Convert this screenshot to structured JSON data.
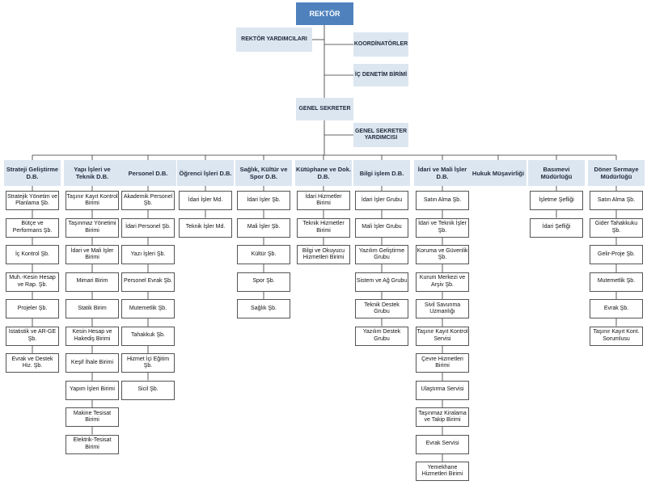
{
  "root": "REKTÖR",
  "rector_level": {
    "vice_rectors": "REKTÖR YARDIMCILARI",
    "coordinators": "KOORDİNATÖRLER",
    "internal_audit": "İÇ DENETİM BİRİMİ"
  },
  "general_secretary": "GENEL SEKRETER",
  "deputy_general_secretary": "GENEL SEKRETER YARDIMCISI",
  "departments": [
    {
      "title": "Strateji Geliştirme D.B.",
      "units": [
        "Stratejik Yönetim ve Planlama Şb.",
        "Bütçe ve Performans Şb.",
        "İç Kontrol Şb.",
        "Muh.-Kesin Hesap ve Rap. Şb.",
        "Projeler Şb.",
        "İstatistik ve AR-GE Şb.",
        "Evrak ve Destek Hiz. Şb."
      ]
    },
    {
      "title": "Yapı İşleri ve Teknik D.B.",
      "units": [
        "Taşınır Kayıt Kontrol Birimi",
        "Taşınmaz Yönetimi Birimi",
        "İdari ve Mali İşler Birimi",
        "Mimari Birim",
        "Statik Birim",
        "Kesin Hesap ve Hakediş Birimi",
        "Keşif İhale Birimi",
        "Yapım İşleri Birimi",
        "Makine Tesisat Birimi",
        "Elektrik-Tesisat Birimi"
      ]
    },
    {
      "title": "Personel D.B.",
      "units": [
        "Akademik Personel Şb.",
        "İdari Personel Şb.",
        "Yazı İşleri Şb.",
        "Personel Evrak Şb.",
        "Mutemetlik Şb.",
        "Tahakkuk Şb.",
        "Hizmet İçi Eğitim Şb.",
        "Sicil Şb."
      ]
    },
    {
      "title": "Öğrenci İşleri D.B.",
      "units": [
        "İdari İşler Md.",
        "Teknik İşler Md."
      ]
    },
    {
      "title": "Sağlık, Kültür ve Spor D.B.",
      "units": [
        "İdari İşler Şb.",
        "Mali İşler Şb.",
        "Kültür Şb.",
        "Spor Şb.",
        "Sağlık Şb."
      ]
    },
    {
      "title": "Kütüphane ve Dok. D.B.",
      "units": [
        "İdari Hizmetler Birimi",
        "Teknik Hizmetler Birimi",
        "Bilgi ve Okuyucu Hizmetleri Birimi"
      ]
    },
    {
      "title": "Bilgi işlem D.B.",
      "units": [
        "İdari İşler Grubu",
        "Mali İşler Grubu",
        "Yazılım Geliştirme Grubu",
        "Sistem ve Ağ Grubu",
        "Teknik Destek Grubu",
        "Yazılım Destek Grubu"
      ]
    },
    {
      "title": "İdari ve Mali İşler D.B.",
      "units": [
        "Satın Alma Şb.",
        "İdari ve Teknik İşler Şb.",
        "Koruma ve Güvenlik Şb.",
        "Kurum Merkezi ve Arşiv Şb.",
        "Sivil Savunma Uzmanlığı",
        "Taşınır Kayıt Kontrol Servisi",
        "Çevre Hizmetleri Birimi",
        "Ulaştırma Servisi",
        "Taşınmaz Kiralama ve Takip Birimi",
        "Evrak Servisi",
        "Yemekhane Hizmetleri Birimi"
      ]
    },
    {
      "title": "Hukuk Müşavirliği",
      "units": []
    },
    {
      "title": "Basımevi Müdürlüğü",
      "units": [
        "İşletme Şefliği",
        "İdari Şefliği"
      ]
    },
    {
      "title": "Döner Sermaye Müdürlüğü",
      "units": [
        "Satın Alma Şb.",
        "Gider Tahakkuku Şb.",
        "Gelir-Proje Şb.",
        "Mutemetlik Şb.",
        "Evrak Şb.",
        "Taşınır Kayıt Kont. Sorumlusu"
      ]
    }
  ],
  "colors": {
    "root_fill": "#4f81bd",
    "header_fill": "#dce6f1",
    "line": "#333333",
    "unit_border": "#555555"
  }
}
